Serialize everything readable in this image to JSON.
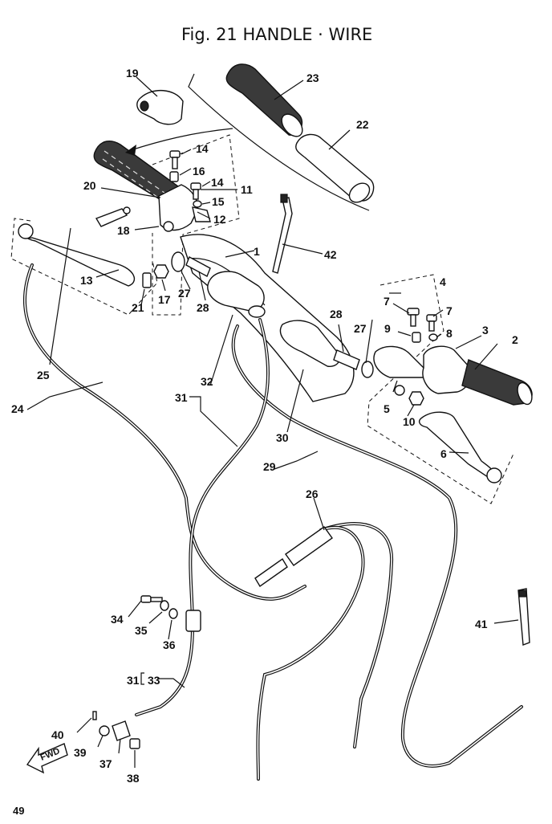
{
  "figure": {
    "title": "Fig. 21 HANDLE · WIRE",
    "page_number": "49",
    "direction_label": "FWD"
  },
  "part_labels": [
    {
      "id": "1",
      "text": "1"
    },
    {
      "id": "2",
      "text": "2"
    },
    {
      "id": "3",
      "text": "3"
    },
    {
      "id": "4",
      "text": "4"
    },
    {
      "id": "5",
      "text": "5"
    },
    {
      "id": "6",
      "text": "6"
    },
    {
      "id": "7a",
      "text": "7"
    },
    {
      "id": "7b",
      "text": "7"
    },
    {
      "id": "8",
      "text": "8"
    },
    {
      "id": "9",
      "text": "9"
    },
    {
      "id": "10",
      "text": "10"
    },
    {
      "id": "11",
      "text": "11"
    },
    {
      "id": "12",
      "text": "12"
    },
    {
      "id": "13",
      "text": "13"
    },
    {
      "id": "14a",
      "text": "14"
    },
    {
      "id": "14b",
      "text": "14"
    },
    {
      "id": "15",
      "text": "15"
    },
    {
      "id": "16",
      "text": "16"
    },
    {
      "id": "17",
      "text": "17"
    },
    {
      "id": "18",
      "text": "18"
    },
    {
      "id": "19",
      "text": "19"
    },
    {
      "id": "20",
      "text": "20"
    },
    {
      "id": "21",
      "text": "21"
    },
    {
      "id": "22",
      "text": "22"
    },
    {
      "id": "23",
      "text": "23"
    },
    {
      "id": "24",
      "text": "24"
    },
    {
      "id": "25",
      "text": "25"
    },
    {
      "id": "26",
      "text": "26"
    },
    {
      "id": "27a",
      "text": "27"
    },
    {
      "id": "27b",
      "text": "27"
    },
    {
      "id": "28a",
      "text": "28"
    },
    {
      "id": "28b",
      "text": "28"
    },
    {
      "id": "29",
      "text": "29"
    },
    {
      "id": "30",
      "text": "30"
    },
    {
      "id": "31a",
      "text": "31"
    },
    {
      "id": "31b",
      "text": "31"
    },
    {
      "id": "32",
      "text": "32"
    },
    {
      "id": "33",
      "text": "33"
    },
    {
      "id": "34",
      "text": "34"
    },
    {
      "id": "35",
      "text": "35"
    },
    {
      "id": "36",
      "text": "36"
    },
    {
      "id": "37",
      "text": "37"
    },
    {
      "id": "38",
      "text": "38"
    },
    {
      "id": "39",
      "text": "39"
    },
    {
      "id": "40",
      "text": "40"
    },
    {
      "id": "41",
      "text": "41"
    },
    {
      "id": "42",
      "text": "42"
    }
  ]
}
